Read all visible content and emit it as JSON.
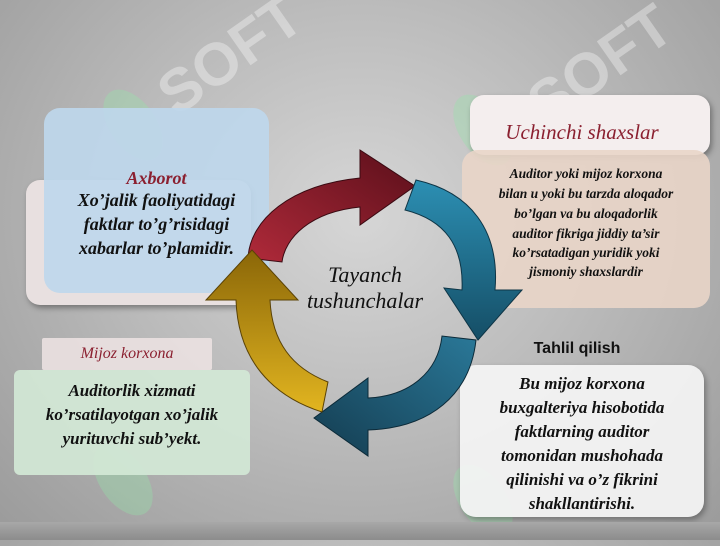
{
  "center": {
    "line1": "Tayanch",
    "line2": "tushunchalar"
  },
  "axborot": {
    "title": "Axborot",
    "lines": [
      "Xo’jalik faoliyatidagi",
      "faktlar to’g’risidagi",
      "xabarlar to’plamidir."
    ]
  },
  "uchinchi": {
    "title": "Uchinchi shaxslar",
    "lines": [
      "Auditor yoki mijoz korxona",
      "bilan u yoki bu tarzda aloqador",
      "bo’lgan va bu aloqadorlik",
      "auditor fikriga jiddiy ta’sir",
      "ko’rsatadigan yuridik  yoki",
      "jismoniy shaxslardir"
    ]
  },
  "mijoz": {
    "title": "Mijoz korxona",
    "lines": [
      "Auditorlik xizmati",
      "ko’rsatilayotgan xo’jalik",
      "yurituvchi sub’yekt."
    ]
  },
  "tahlil": {
    "title": "Tahlil qilish",
    "lines": [
      "Bu mijoz korxona",
      "buxgalteriya hisobotida",
      "faktlarning auditor",
      "tomonidan mushohada",
      "qilinishi va o’z fikrini",
      "shakllantirishi."
    ]
  },
  "watermark": "SOFT",
  "colors": {
    "red": "#7a1a26",
    "blue": "#2a7ea0",
    "teal": "#1f5f7a",
    "gold": "#c99a10",
    "title_red": "#8b2030"
  }
}
